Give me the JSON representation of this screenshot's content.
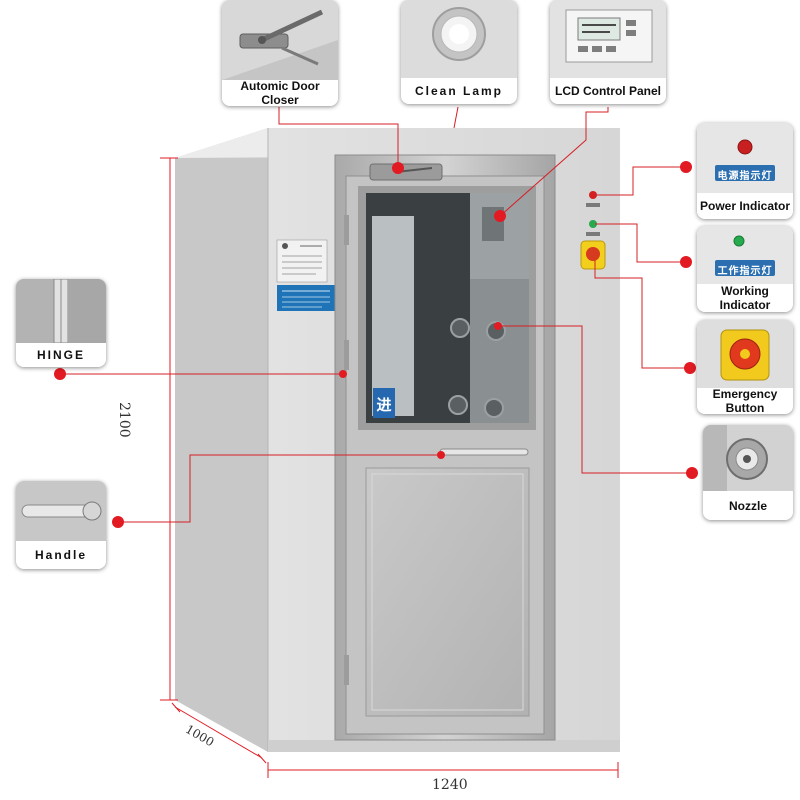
{
  "labels": {
    "door_closer": "Automic Door Closer",
    "clean_lamp": "Clean Lamp",
    "lcd_panel": "LCD Control Panel",
    "power_indicator": "Power Indicator",
    "working_indicator": "Working Indicator",
    "emergency_button": "Emergency Button",
    "nozzle": "Nozzle",
    "hinge": "HINGE",
    "handle": "Handle"
  },
  "plates": {
    "power": "电源指示灯",
    "working": "工作指示灯",
    "door_sign": "进"
  },
  "dimensions": {
    "height": "2100",
    "depth": "1000",
    "width": "1240"
  },
  "colors": {
    "callout": "#e21b23",
    "cabinet": "#e4e4e4",
    "steel": "#b9b9b9"
  }
}
